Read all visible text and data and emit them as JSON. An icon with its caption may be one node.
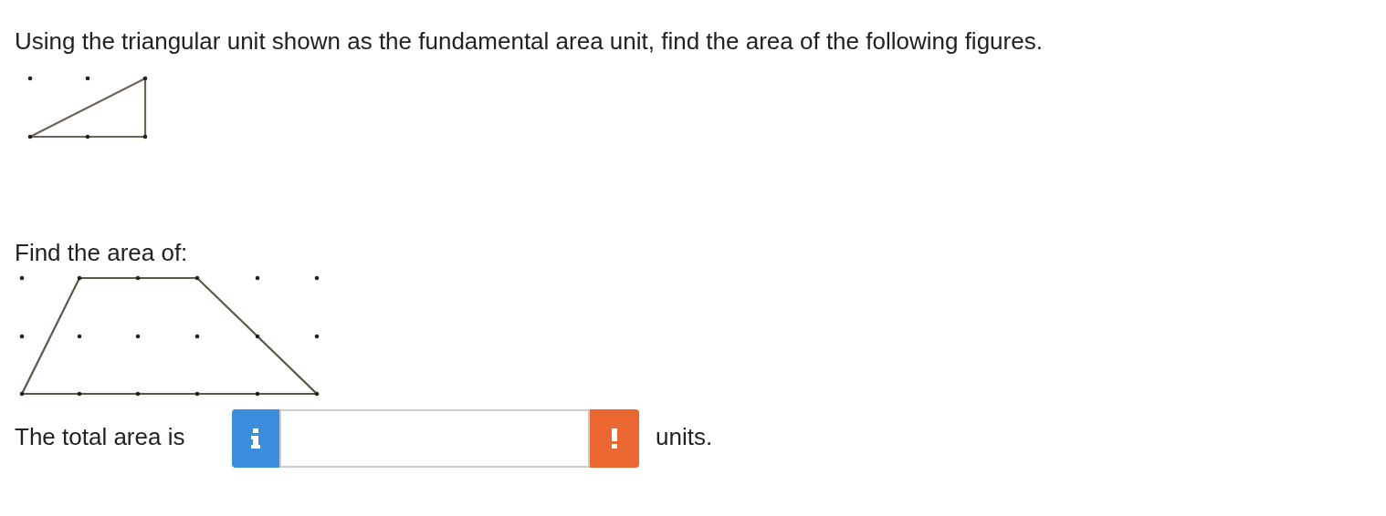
{
  "diagram": {
    "labels": [
      "Using the triangular unit shown as the fundamental area unit, find the area of the following figures.",
      "Find the area of:",
      "The total area is",
      "units."
    ]
  }
}
